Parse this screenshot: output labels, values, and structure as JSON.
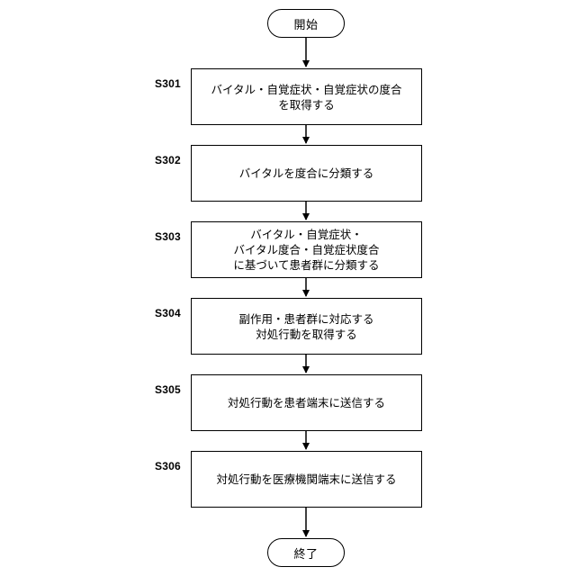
{
  "flowchart": {
    "start": {
      "label": "開始"
    },
    "end": {
      "label": "終了"
    },
    "steps": [
      {
        "id": "S301",
        "text": "バイタル・自覚症状・自覚症状の度合\nを取得する"
      },
      {
        "id": "S302",
        "text": "バイタルを度合に分類する"
      },
      {
        "id": "S303",
        "text": "バイタル・自覚症状・\nバイタル度合・自覚症状度合\nに基づいて患者群に分類する"
      },
      {
        "id": "S304",
        "text": "副作用・患者群に対応する\n対処行動を取得する"
      },
      {
        "id": "S305",
        "text": "対処行動を患者端末に送信する"
      },
      {
        "id": "S306",
        "text": "対処行動を医療機関端末に送信する"
      }
    ]
  },
  "colors": {
    "stroke": "#000000",
    "fill": "#ffffff"
  }
}
